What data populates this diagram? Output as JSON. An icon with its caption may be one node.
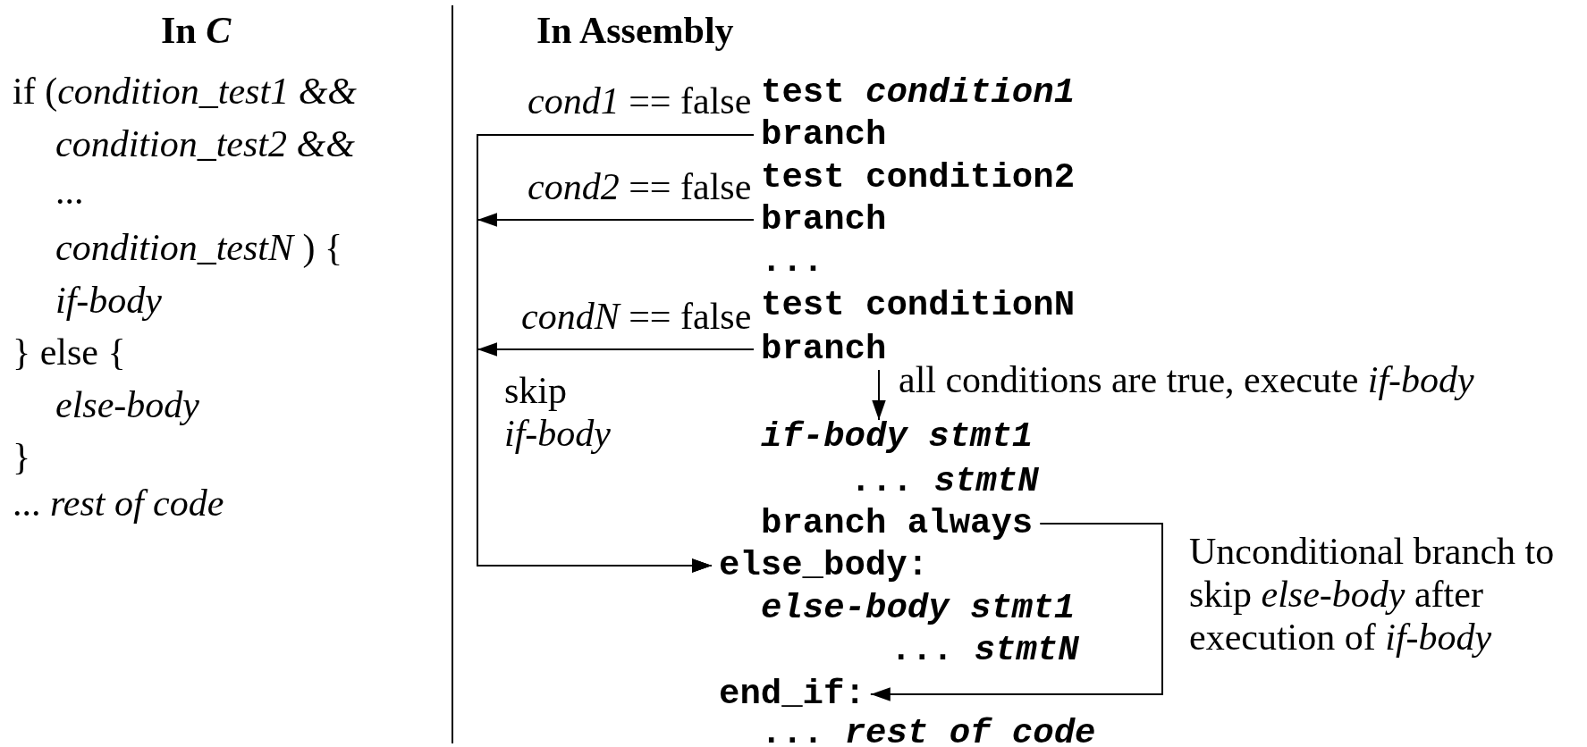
{
  "diagram": {
    "nodes": [
      {
        "text": [
          "branch"
        ]
      },
      {
        "text": [
          "branch"
        ]
      },
      {
        "text": [
          "branch"
        ]
      },
      {
        "text": [
          "if-body stmt1"
        ]
      },
      {
        "text": [
          "branch always"
        ]
      },
      {
        "text": [
          "else_body:"
        ]
      },
      {
        "text": [
          "end_if:"
        ]
      }
    ],
    "edges": [
      {
        "from": 0,
        "to": 5,
        "arrow": "to",
        "label": "*cond1* == false"
      },
      {
        "from": 1,
        "to": 5,
        "arrow": "to",
        "label": "*cond2* == false"
      },
      {
        "from": 2,
        "to": 5,
        "arrow": "to",
        "label": "*condN* == false"
      },
      {
        "from": 2,
        "to": 3,
        "arrow": "to",
        "label": "all conditions are true, execute *if-body*"
      },
      {
        "from": 4,
        "to": 6,
        "arrow": "to",
        "label": "Unconditional branch to skip *else-body* after execution of *if-body*"
      }
    ],
    "labels": [
      "In *C*",
      "In Assembly",
      "if (*condition_test1 &&*",
      "condition_test2 &&",
      "...",
      "*condition_testN* ) {",
      "if-body",
      "} else {",
      "else-body",
      "}",
      "... *rest of code*",
      "test *condition1*",
      "test condition2",
      "...",
      "test conditionN",
      "skip *if-body*",
      "... *stmtN*",
      "else-body stmt1",
      "... *stmtN*",
      "... *rest of code*"
    ]
  }
}
